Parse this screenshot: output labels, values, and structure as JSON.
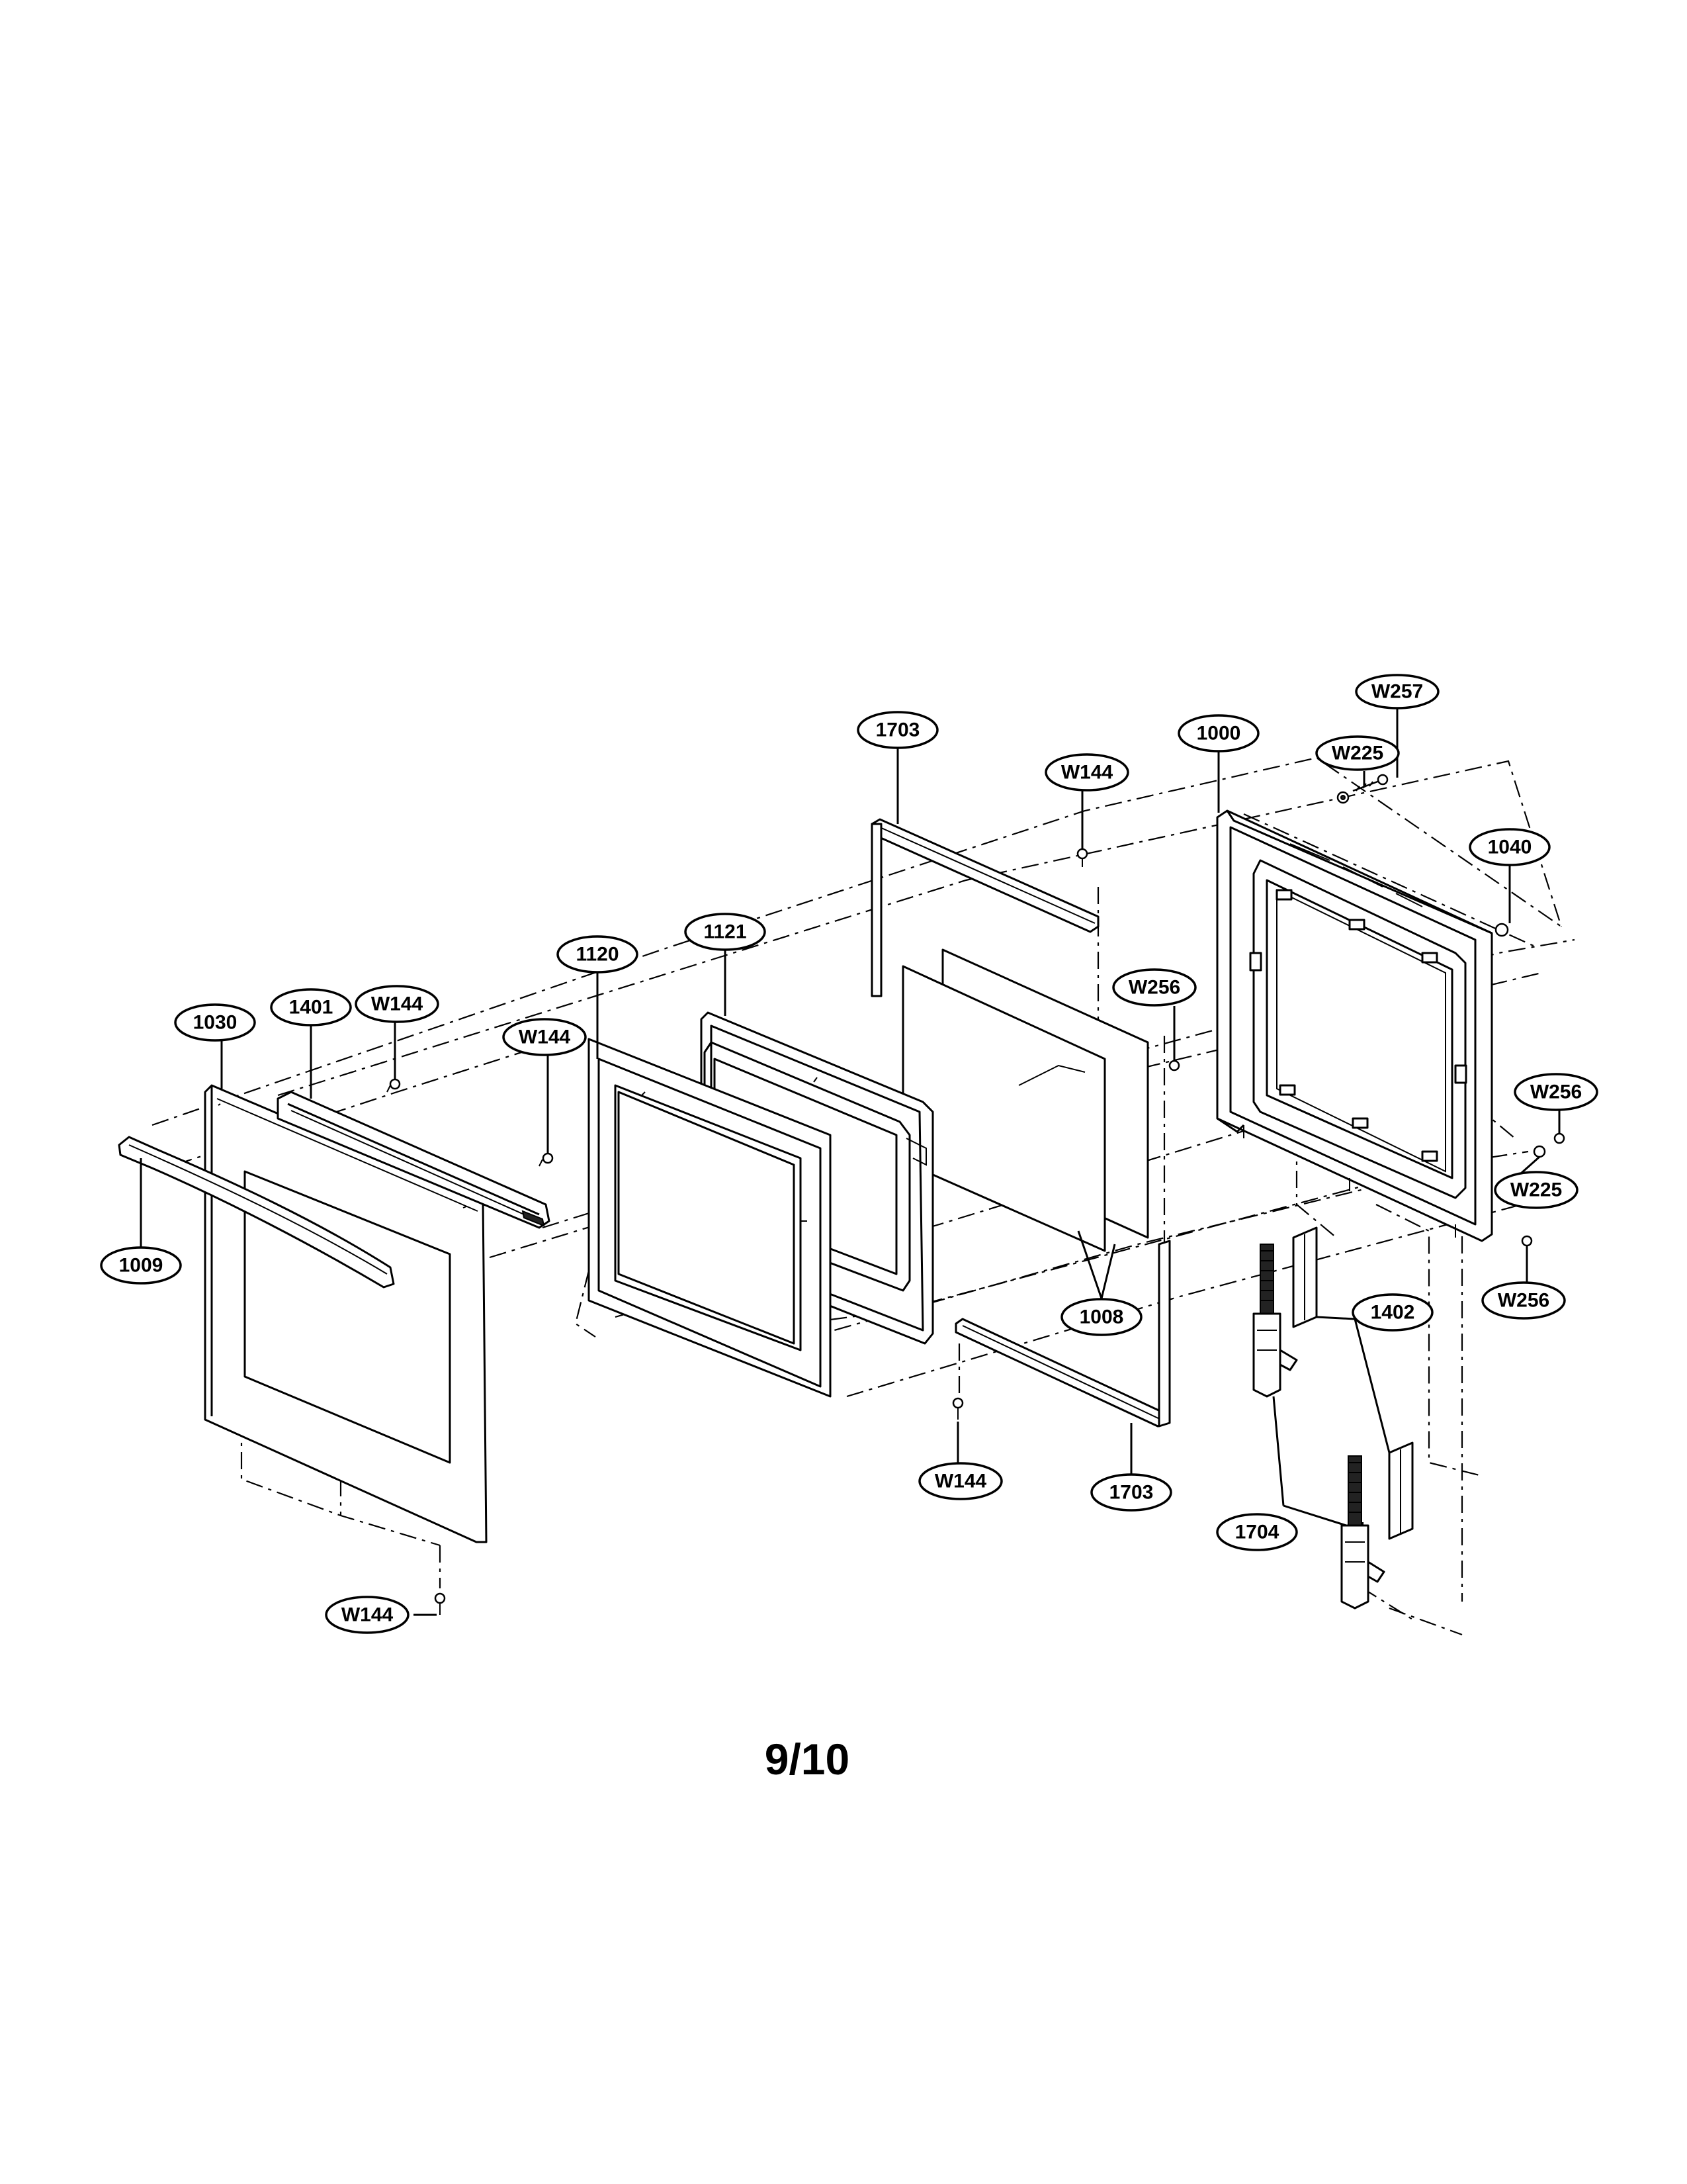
{
  "page_number": "9/10",
  "callouts": {
    "c1703_top": "1703",
    "c1000": "1000",
    "cW257": "W257",
    "cW225_top": "W225",
    "cW144_mid": "W144",
    "c1040": "1040",
    "c1120": "1120",
    "c1121": "1121",
    "cW256_mid": "W256",
    "c1030": "1030",
    "c1401": "1401",
    "cW144_a": "W144",
    "cW144_b": "W144",
    "cW256_right": "W256",
    "cW225_right": "W225",
    "c1009": "1009",
    "c1008": "1008",
    "cW256_low": "W256",
    "c1402": "1402",
    "cW144_bottom_mid": "W144",
    "c1703_bottom": "1703",
    "c1704": "1704",
    "cW144_bottom_left": "W144"
  }
}
